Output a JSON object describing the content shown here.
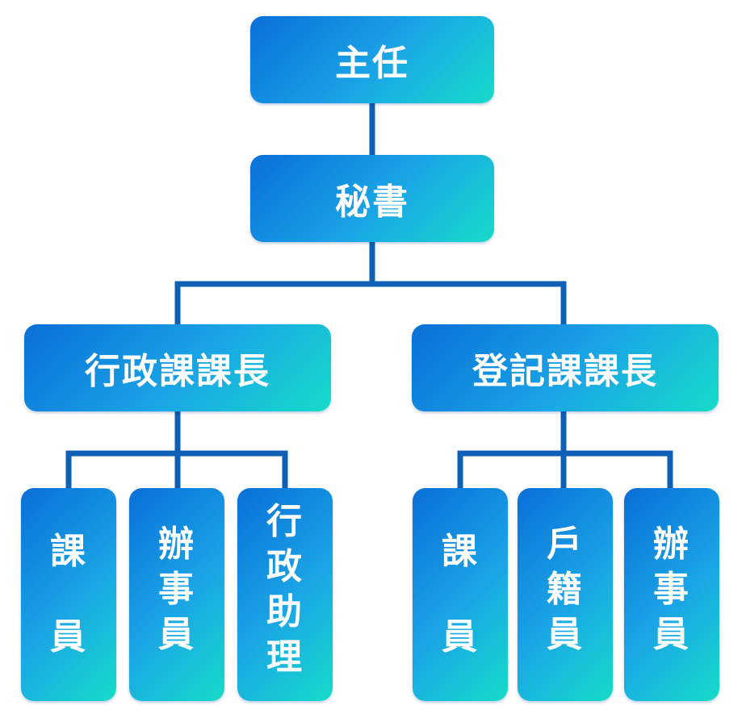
{
  "colors": {
    "gradient_start": "#0a6fd8",
    "gradient_mid": "#1aa6e6",
    "gradient_end": "#15dcc8",
    "line": "#0e5fb5"
  },
  "nodes": {
    "director": "主任",
    "secretary": "秘書",
    "admin_chief": "行政課課長",
    "registry_chief": "登記課課長",
    "admin_staff": "課員",
    "admin_clerk": "辦事員",
    "admin_assistant": "行政助理",
    "registry_staff": "課員",
    "registry_household": "戶籍員",
    "registry_clerk": "辦事員"
  }
}
